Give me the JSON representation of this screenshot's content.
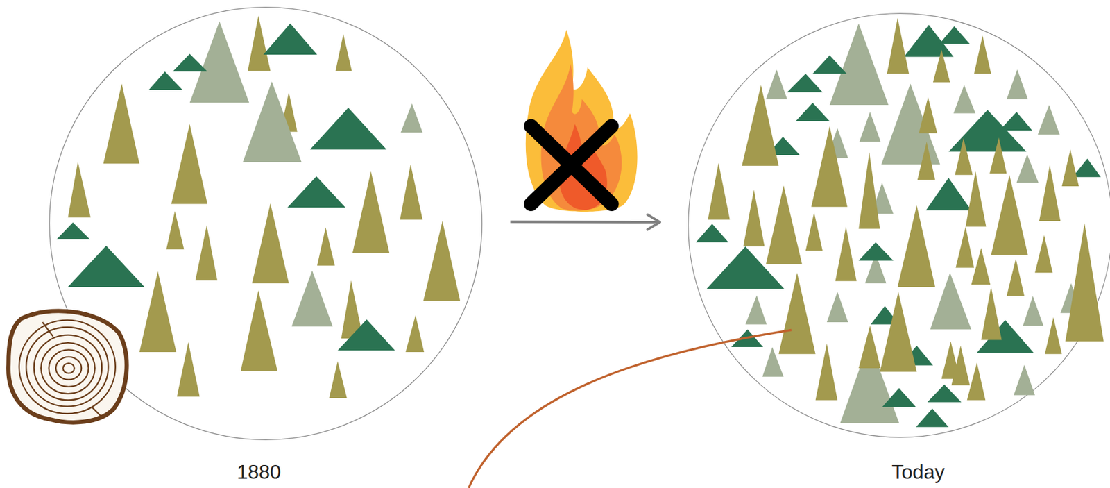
{
  "diagram": {
    "nodes": [
      {
        "text": [
          "1880"
        ]
      },
      {
        "text": [
          "Today"
        ]
      }
    ],
    "edges": [
      {
        "from": 0,
        "to": 1,
        "arrow": "to"
      }
    ]
  }
}
